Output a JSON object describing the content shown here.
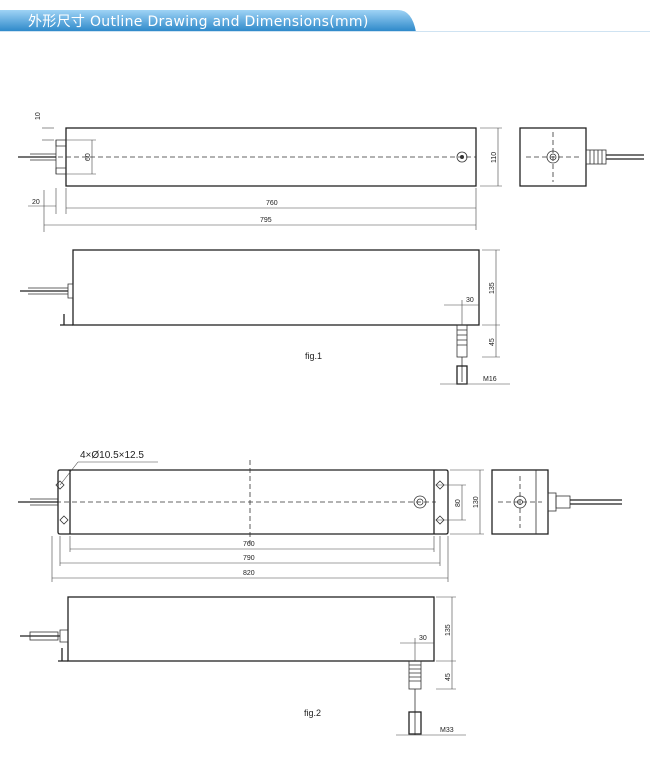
{
  "header": {
    "title": "外形尺寸   Outline Drawing and Dimensions(mm)",
    "bar_color": "#2a86c8",
    "bar_highlight": "#9fd3f5"
  },
  "fig1": {
    "caption": "fig.1",
    "dims": {
      "d10": "10",
      "d60": "60",
      "d110": "110",
      "d20": "20",
      "d760": "760",
      "d795": "795",
      "d135": "135",
      "d30": "30",
      "d45": "45",
      "thread": "M16"
    }
  },
  "fig2": {
    "caption": "fig.2",
    "hole_note": "4×Ø10.5×12.5",
    "dims": {
      "d80": "80",
      "d130": "130",
      "d760": "760",
      "d790": "790",
      "d820": "820",
      "d135": "135",
      "d30": "30",
      "d45": "45",
      "thread": "M33"
    }
  }
}
